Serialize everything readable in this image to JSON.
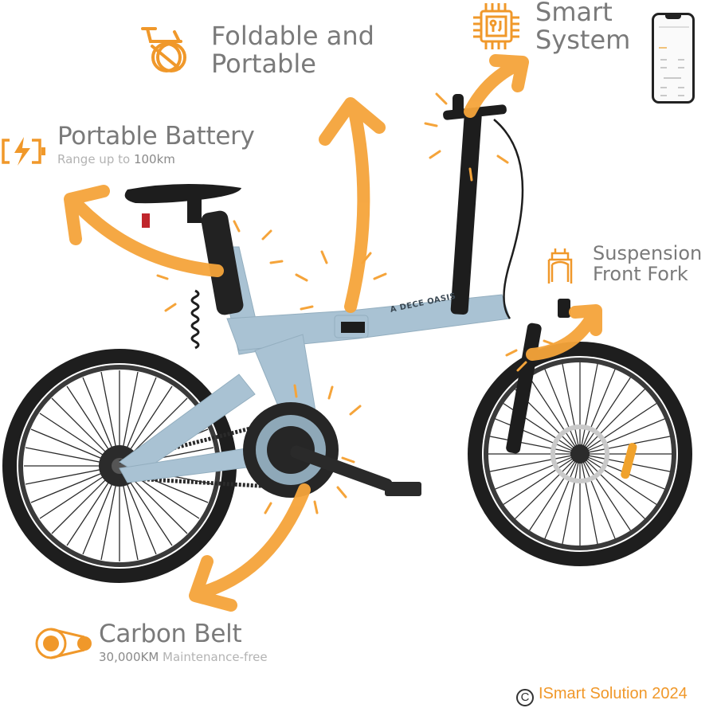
{
  "features": [
    {
      "id": "portable-battery",
      "title": "Portable Battery",
      "subtitle_prefix": "Range up to",
      "subtitle_value": "100km",
      "icon": "battery-charging-icon"
    },
    {
      "id": "foldable",
      "title_line1": "Foldable and",
      "title_line2": "Portable",
      "icon": "folding-bike-icon"
    },
    {
      "id": "smart-system",
      "title_line1": "Smart",
      "title_line2": "System",
      "icon": "chip-icon"
    },
    {
      "id": "suspension",
      "title_line1": "Suspension",
      "title_line2": "Front Fork",
      "icon": "suspension-fork-icon"
    },
    {
      "id": "carbon-belt",
      "title": "Carbon Belt",
      "subtitle_value": "30,000KM",
      "subtitle_suffix": "Maintenance-free",
      "icon": "belt-drive-icon"
    }
  ],
  "bike": {
    "frame_brand": "A DECE OASIS",
    "frame_color": "#a9c2d3"
  },
  "copyright": {
    "symbol": "C",
    "text": "ISmart Solution 2024"
  },
  "colors": {
    "accent": "#f5a43a",
    "icon_orange": "#f0982a",
    "text_gray": "#7a7a7a",
    "frame_blue": "#a9c2d3",
    "tire": "#1e1e1e"
  }
}
